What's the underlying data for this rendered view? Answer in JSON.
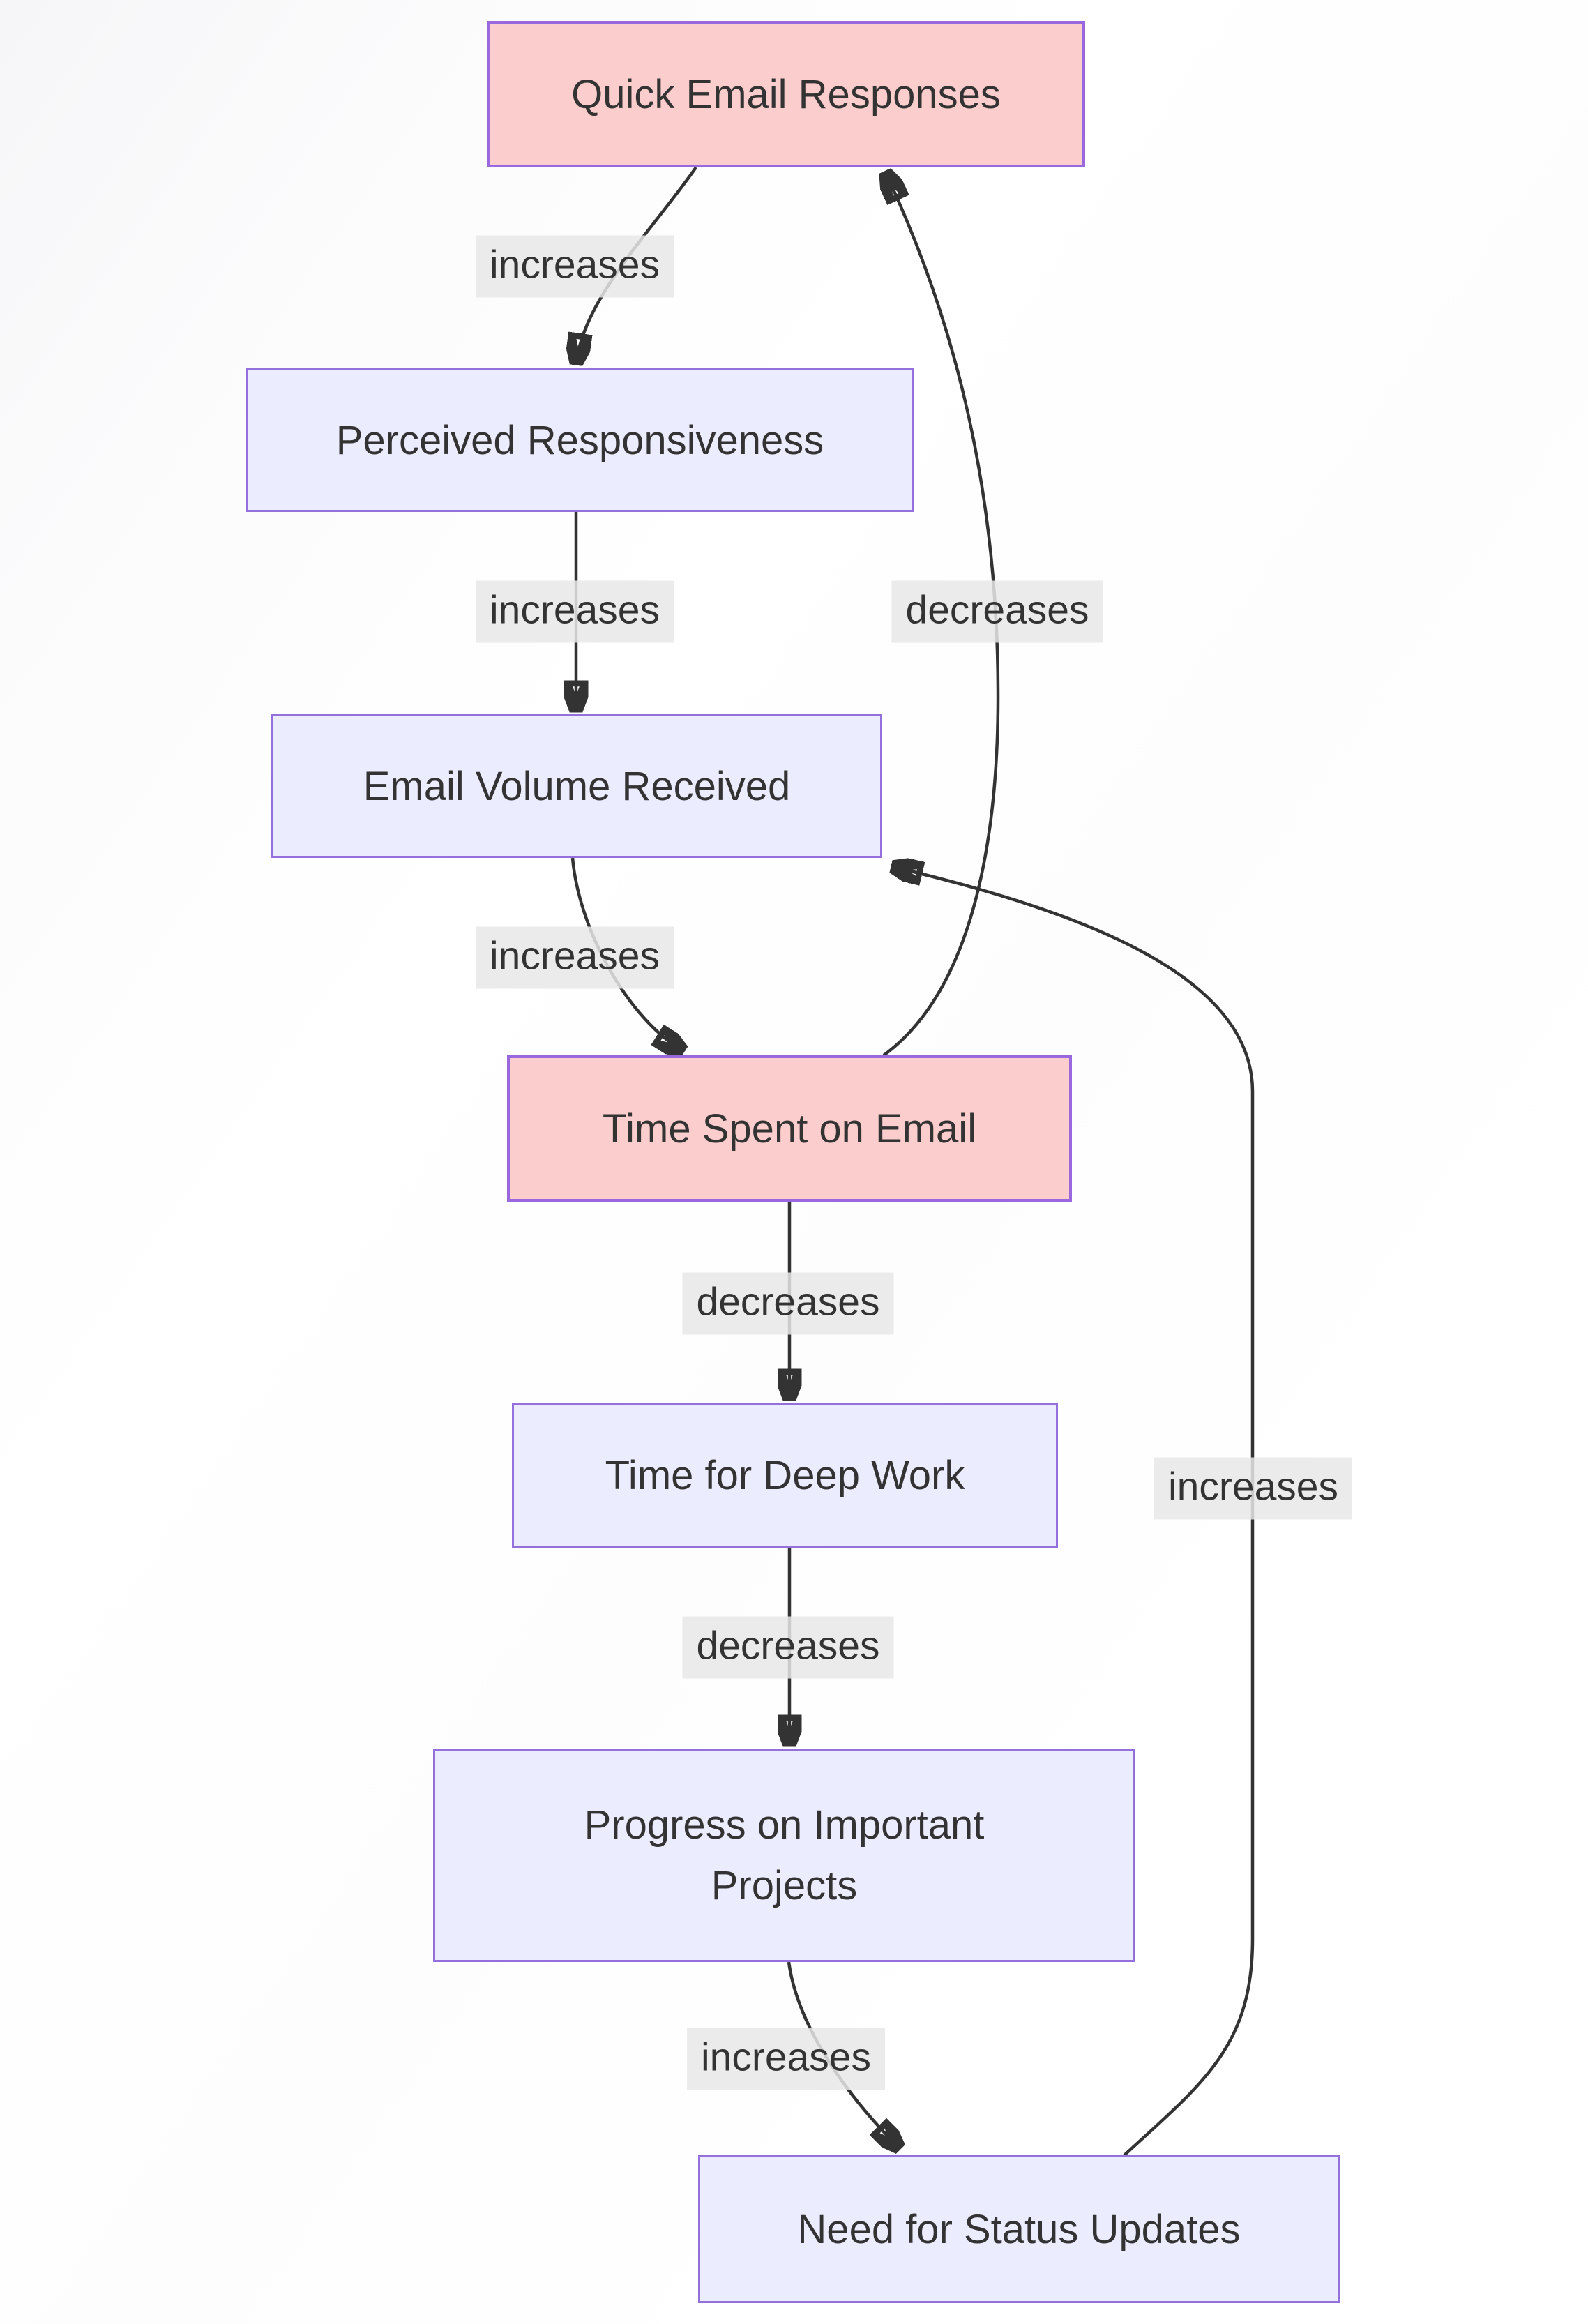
{
  "diagram": {
    "type": "flowchart",
    "nodes": [
      {
        "label": "Quick Email Responses",
        "style": "highlight"
      },
      {
        "label": "Perceived Responsiveness",
        "style": "normal"
      },
      {
        "label": "Email Volume Received",
        "style": "normal"
      },
      {
        "label": "Time Spent on Email",
        "style": "highlight"
      },
      {
        "label": "Time for Deep Work",
        "style": "normal"
      },
      {
        "label": "Progress on Important Projects",
        "style": "normal"
      },
      {
        "label": "Need for Status Updates",
        "style": "normal"
      }
    ],
    "edges": [
      {
        "from": "Quick Email Responses",
        "to": "Perceived Responsiveness",
        "label": "increases"
      },
      {
        "from": "Perceived Responsiveness",
        "to": "Email Volume Received",
        "label": "increases"
      },
      {
        "from": "Email Volume Received",
        "to": "Time Spent on Email",
        "label": "increases"
      },
      {
        "from": "Time Spent on Email",
        "to": "Quick Email Responses",
        "label": "decreases"
      },
      {
        "from": "Time Spent on Email",
        "to": "Time for Deep Work",
        "label": "decreases"
      },
      {
        "from": "Time for Deep Work",
        "to": "Progress on Important Projects",
        "label": "decreases"
      },
      {
        "from": "Progress on Important Projects",
        "to": "Need for Status Updates",
        "label": "increases"
      },
      {
        "from": "Need for Status Updates",
        "to": "Email Volume Received",
        "label": "increases"
      }
    ],
    "colors": {
      "node_fill": "#ececff",
      "node_border": "#9370db",
      "highlight_fill": "#fbcdcd",
      "highlight_border": "#9a68de",
      "edge_color": "#333333",
      "label_bg": "#e8e8e8",
      "text_color": "#333333",
      "background": "#ffffff"
    }
  }
}
